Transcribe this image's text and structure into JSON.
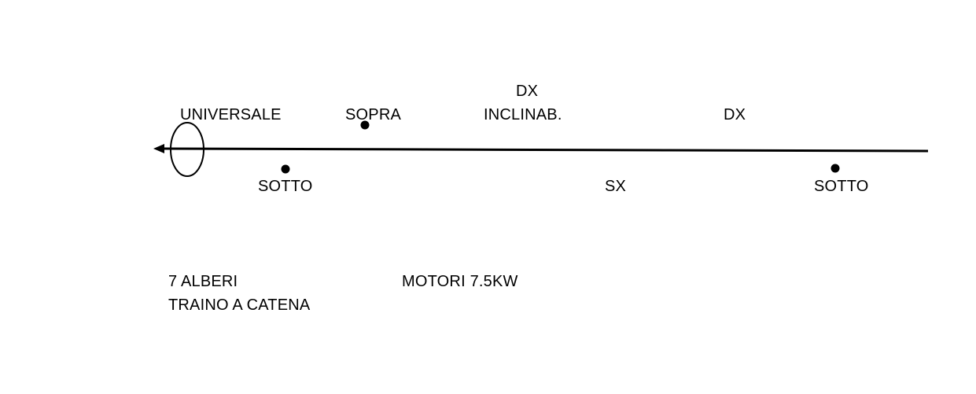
{
  "diagram": {
    "axis_labels": {
      "universale": "UNIVERSALE",
      "sopra": "SOPRA",
      "dx_top": "DX",
      "inclinab": "INCLINAB.",
      "dx_right": "DX",
      "sotto_left": "SOTTO",
      "sx": "SX",
      "sotto_right": "SOTTO"
    },
    "notes": {
      "alberi": "7 ALBERI",
      "traino": "TRAINO A CATENA",
      "motori": "MOTORI 7.5KW"
    }
  }
}
